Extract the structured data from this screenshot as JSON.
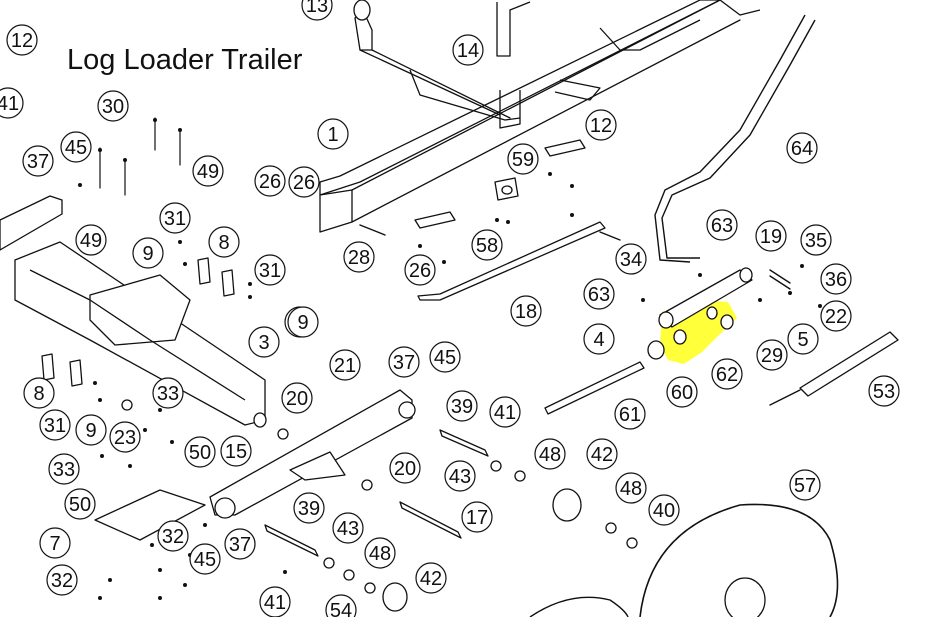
{
  "title": "Log Loader Trailer",
  "colors": {
    "line": "#111111",
    "highlight": "#ffff3a",
    "background": "#ffffff"
  },
  "callouts": [
    "13",
    "14",
    "1",
    "12",
    "59",
    "26",
    "28",
    "58",
    "18",
    "34",
    "63",
    "19",
    "35",
    "36",
    "22",
    "64",
    "30",
    "45",
    "49",
    "37",
    "26",
    "41",
    "31",
    "8",
    "9",
    "3",
    "31",
    "9",
    "4",
    "63",
    "5",
    "29",
    "62",
    "60",
    "61",
    "53",
    "21",
    "37",
    "45",
    "20",
    "15",
    "39",
    "41",
    "43",
    "48",
    "42",
    "33",
    "23",
    "50",
    "33",
    "50",
    "7",
    "32",
    "45",
    "37",
    "20",
    "17",
    "39",
    "43",
    "48",
    "42",
    "57",
    "48",
    "40",
    "32",
    "41",
    "54",
    "12",
    "26",
    "49",
    "8",
    "31",
    "9",
    "9"
  ],
  "highlighted_part": "62"
}
